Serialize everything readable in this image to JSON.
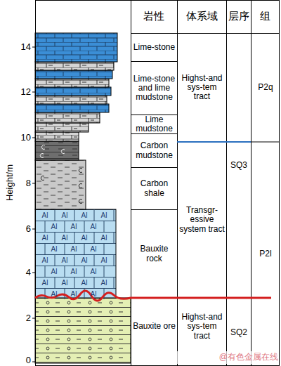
{
  "diagram": {
    "labels": [
      "岩性",
      "体系域",
      "层序",
      "组",
      "Height/m",
      "14",
      "12",
      "10",
      "8",
      "6",
      "4",
      "2",
      "0",
      "Lime-stone",
      "Lime-stone and lime mudstone",
      "Lime mudstone",
      "Carbon mudstone",
      "Carbon shale",
      "Bauxite rock",
      "Bauxite ore",
      "Highst-and sys-tem tract",
      "Transgr-essive system tract",
      "Highst-and sys-tem tract",
      "SQ3",
      "SQ2",
      "P2q",
      "P2l",
      "@有色金属在线",
      "Al",
      "Al",
      "Al",
      "Al",
      "Al",
      "Al",
      "Al",
      "Al",
      "Al",
      "Al",
      "Al",
      "Al",
      "Al",
      "Al",
      "Al",
      "Al",
      "Al",
      "Al",
      "Al",
      "Al",
      "Al",
      "Al",
      "Al",
      "Al",
      "Al",
      "Al",
      "Al",
      "Al"
    ]
  }
}
